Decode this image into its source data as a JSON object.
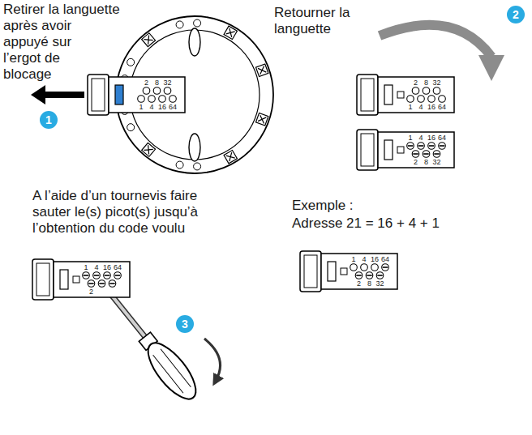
{
  "diagram": {
    "labels": [
      "Retirer la languette après avoir appuyé sur l’ergot de blocage",
      "1",
      "2",
      "8",
      "32",
      "1",
      "4",
      "16",
      "64",
      "Retourner la languette",
      "2",
      "2",
      "8",
      "32",
      "1",
      "4",
      "16",
      "64",
      "1",
      "4",
      "16",
      "64",
      "2",
      "8",
      "32",
      "A l’aide d’un tournevis faire sauter le(s) picot(s) jusqu’à l’obtention du code voulu",
      "3",
      "1",
      "4",
      "16",
      "64",
      "2",
      "Exemple :",
      "Adresse 21 = 16 + 4 + 1",
      "1",
      "4",
      "16",
      "64",
      "2",
      "8",
      "32"
    ]
  }
}
